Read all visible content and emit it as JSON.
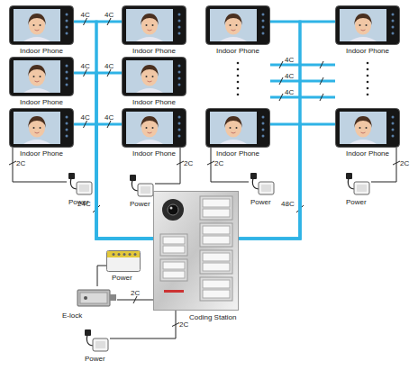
{
  "diagram": {
    "nodes": [
      {
        "text": [
          "Indoor Phone"
        ]
      },
      {
        "text": [
          "Indoor Phone"
        ]
      },
      {
        "text": [
          "Indoor Phone"
        ]
      },
      {
        "text": [
          "Indoor Phone"
        ]
      },
      {
        "text": [
          "Indoor Phone"
        ]
      },
      {
        "text": [
          "Indoor Phone"
        ]
      },
      {
        "text": [
          "Indoor Phone"
        ]
      },
      {
        "text": [
          "Indoor Phone"
        ]
      },
      {
        "text": [
          "Indoor Phone"
        ]
      },
      {
        "text": [
          "Indoor Phone"
        ]
      },
      {
        "text": [
          "Power"
        ]
      },
      {
        "text": [
          "Power"
        ]
      },
      {
        "text": [
          "Power"
        ]
      },
      {
        "text": [
          "Power"
        ]
      },
      {
        "text": [
          "Coding Station"
        ]
      },
      {
        "text": [
          "Power"
        ]
      },
      {
        "text": [
          "E-lock"
        ]
      },
      {
        "text": [
          "Power"
        ]
      }
    ],
    "edges": [
      {
        "from": 0,
        "to": 14,
        "label": "4C",
        "arrow": "none"
      },
      {
        "from": 1,
        "to": 14,
        "label": "4C",
        "arrow": "none"
      },
      {
        "from": 2,
        "to": 14,
        "arrow": "none"
      },
      {
        "from": 3,
        "to": 14,
        "arrow": "none"
      },
      {
        "from": 4,
        "to": 14,
        "label": "4C",
        "arrow": "none"
      },
      {
        "from": 5,
        "to": 14,
        "label": "4C",
        "arrow": "none"
      },
      {
        "from": 6,
        "to": 14,
        "label": "4C",
        "arrow": "none"
      },
      {
        "from": 7,
        "to": 14,
        "label": "4C",
        "arrow": "none"
      },
      {
        "from": 8,
        "to": 14,
        "arrow": "none"
      },
      {
        "from": 9,
        "to": 14,
        "arrow": "none"
      },
      {
        "from": 10,
        "to": 6,
        "label": "2C",
        "arrow": "none"
      },
      {
        "from": 11,
        "to": 7,
        "label": "2C",
        "arrow": "none"
      },
      {
        "from": 12,
        "to": 8,
        "label": "2C",
        "arrow": "none"
      },
      {
        "from": 13,
        "to": 9,
        "label": "2C",
        "arrow": "none"
      },
      {
        "from": 15,
        "to": 16,
        "arrow": "none"
      },
      {
        "from": 16,
        "to": 14,
        "label": "2C",
        "arrow": "none"
      },
      {
        "from": 17,
        "to": 14,
        "label": "2C",
        "arrow": "none"
      }
    ],
    "labels": [
      "4C",
      "4C",
      "4C",
      "24C",
      "48C"
    ]
  }
}
